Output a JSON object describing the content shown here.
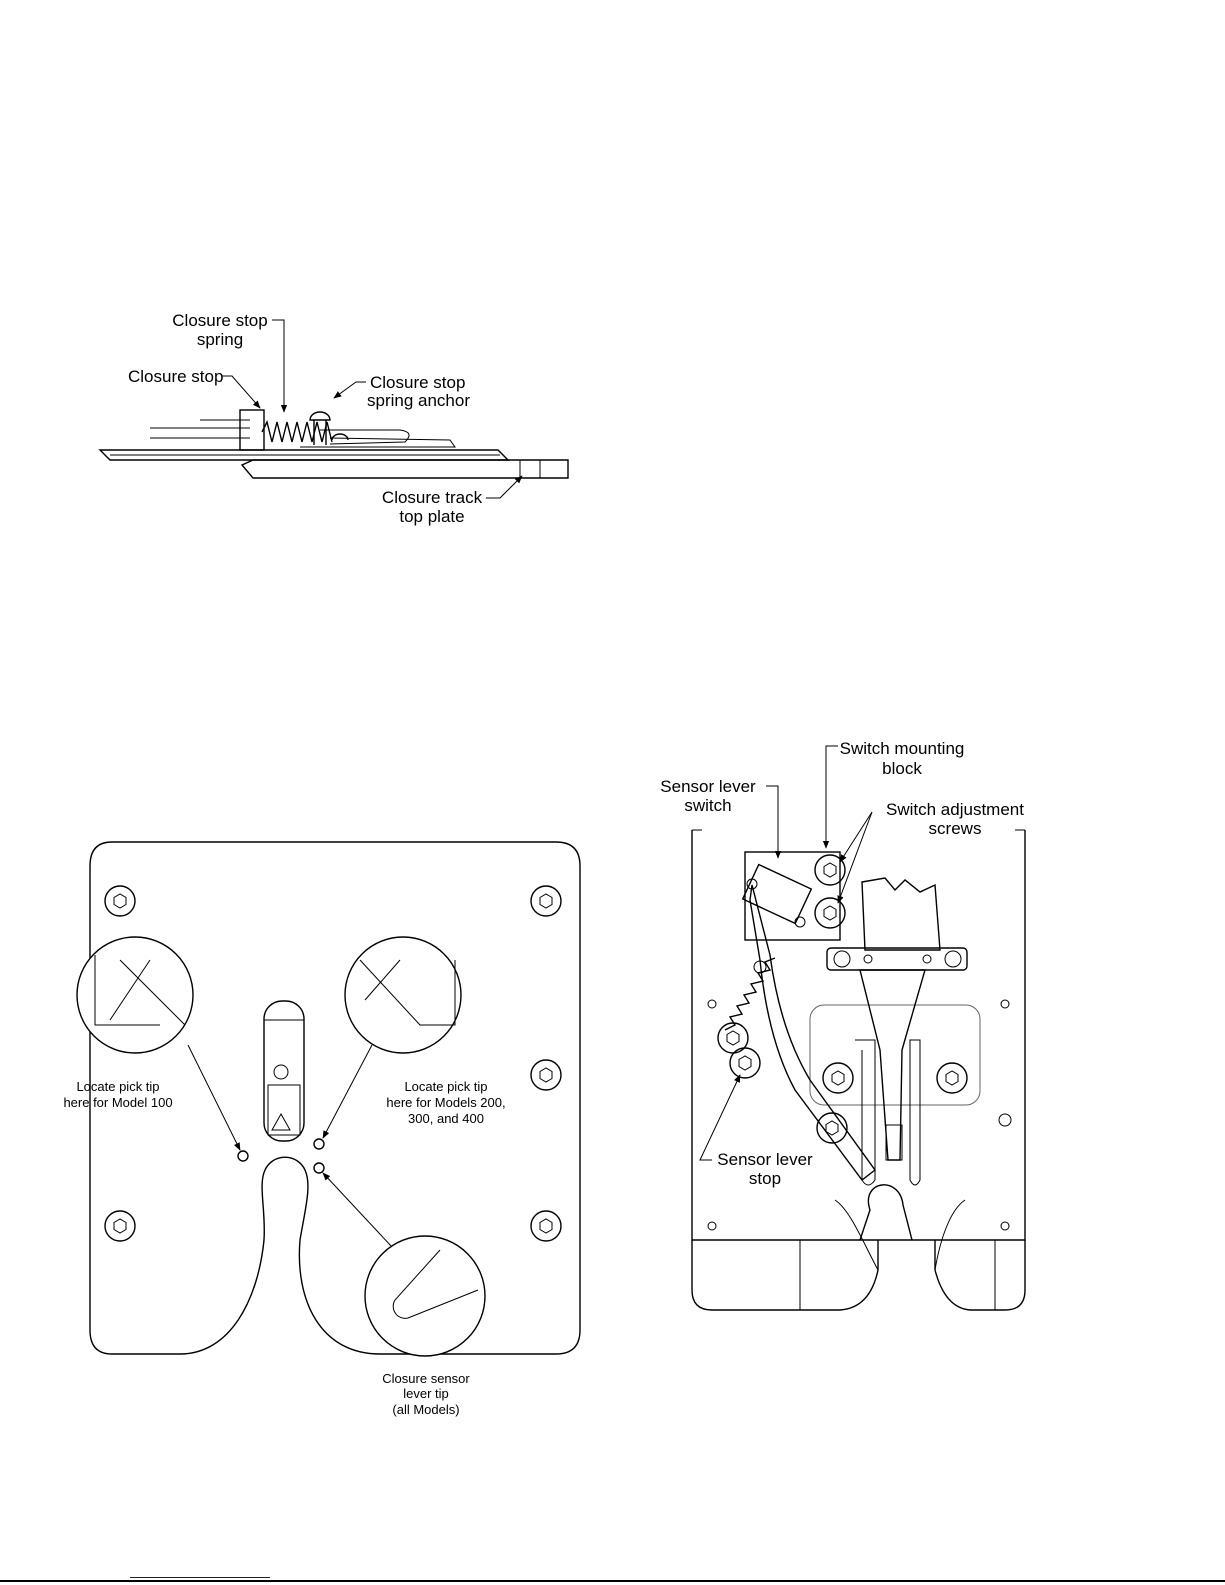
{
  "figure1": {
    "labels": {
      "stop_spring_l1": "Closure stop",
      "stop_spring_l2": "spring",
      "stop": "Closure stop",
      "anchor_l1": "Closure stop",
      "anchor_l2": "spring anchor",
      "track_l1": "Closure track",
      "track_l2": "top plate"
    }
  },
  "figure2": {
    "labels": {
      "model100_l1": "Locate pick tip",
      "model100_l2": "here for Model 100",
      "models_l1": "Locate pick tip",
      "models_l2": "here for Models 200,",
      "models_l3": "300,  and 400",
      "sensor_l1": "Closure sensor",
      "sensor_l2": "lever tip",
      "sensor_l3": "(all Models)"
    }
  },
  "figure3": {
    "labels": {
      "mount_l1": "Switch mounting",
      "mount_l2": "block",
      "lever_switch_l1": "Sensor lever",
      "lever_switch_l2": "switch",
      "screws_l1": "Switch adjustment",
      "screws_l2": "screws",
      "lever_stop_l1": "Sensor lever",
      "lever_stop_l2": "stop"
    }
  }
}
